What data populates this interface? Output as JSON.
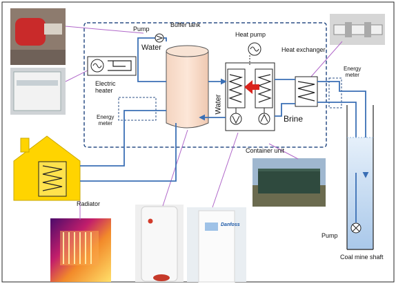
{
  "labels": {
    "pump_top": "Pump",
    "buffer_tank": "Buffer tank",
    "water_top": "Water",
    "heat_pump": "Heat pump",
    "heat_exchanger": "Heat exchanger",
    "energy_meter_right": "Energy\nmeter",
    "electric_heater": "Electric\nheater",
    "energy_meter_left": "Energy\nmeter",
    "water_vertical": "Water",
    "brine": "Brine",
    "container_unit": "Container unit",
    "radiator": "Radiator",
    "pump_shaft": "Pump",
    "coal_mine_shaft": "Coal mine shaft",
    "logo_text": "Danfoss"
  },
  "colors": {
    "pipe": "#3a6fb5",
    "frame_dashed": "#2b4f86",
    "tank_fill": "#f7dcc9",
    "house_fill": "#ffd400",
    "water_fill": "#bcd6f0",
    "callout_line": "#b067c9",
    "arrow_red": "#d9231c"
  },
  "icons": [
    "pump-symbol",
    "motor-symbol",
    "heat-exchanger-symbol",
    "expansion-valve-arrow",
    "radiator-coil",
    "house-shape"
  ]
}
